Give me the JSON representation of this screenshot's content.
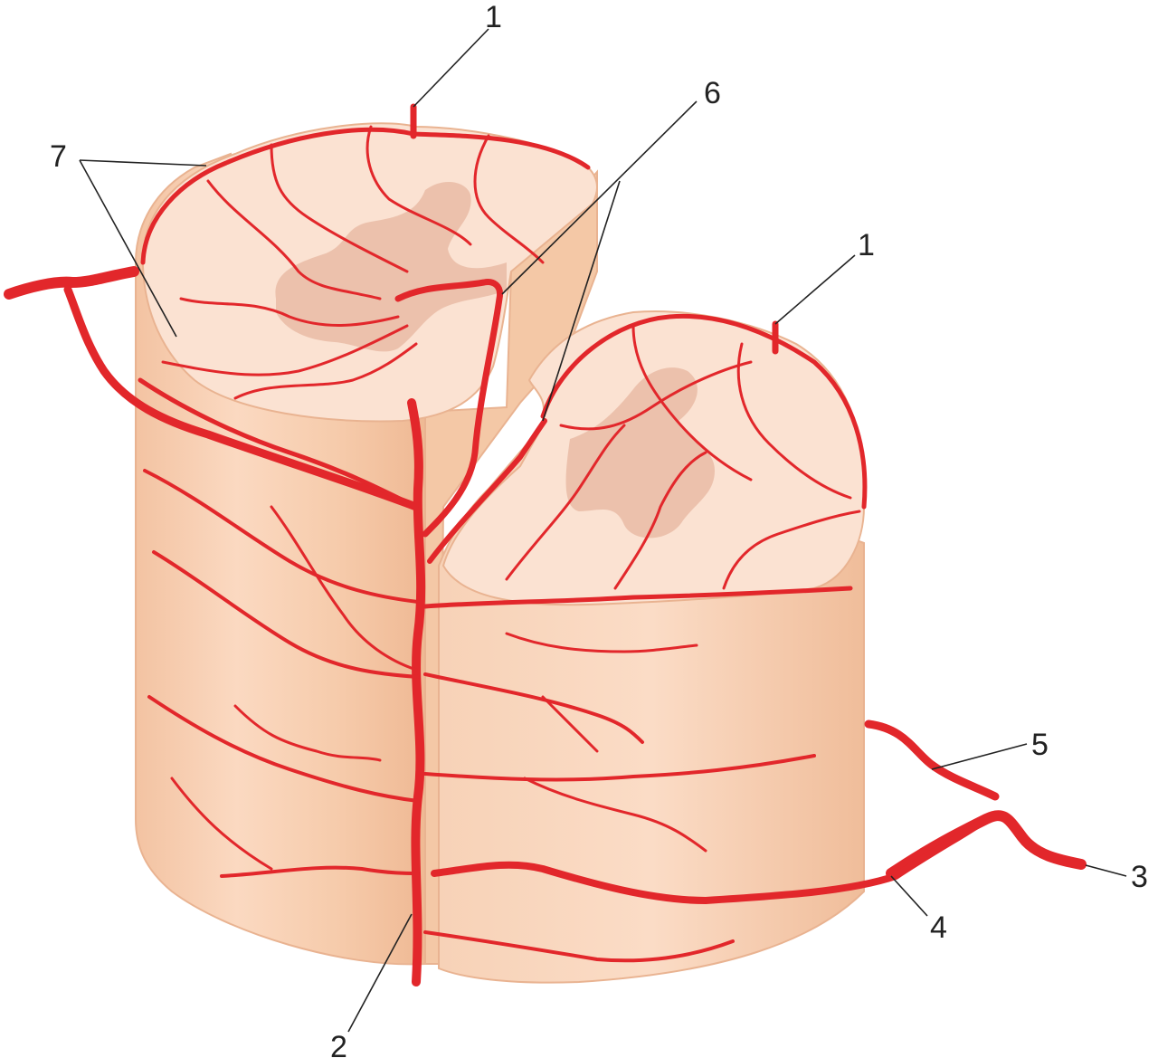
{
  "diagram": {
    "subject": "spinal-cord-arterial-supply",
    "colors": {
      "artery": "#e2272b",
      "artery_dark": "#c41a1f",
      "white_matter_top": "#fbe0cf",
      "white_matter_side": "#f7caa9",
      "gray_matter": "#e7b8a3",
      "outline": "#e9b391"
    },
    "labels": [
      {
        "id": "l1a",
        "text": "1"
      },
      {
        "id": "l1b",
        "text": "1"
      },
      {
        "id": "l2",
        "text": "2"
      },
      {
        "id": "l3",
        "text": "3"
      },
      {
        "id": "l4",
        "text": "4"
      },
      {
        "id": "l5",
        "text": "5"
      },
      {
        "id": "l6",
        "text": "6"
      },
      {
        "id": "l7",
        "text": "7"
      }
    ]
  }
}
